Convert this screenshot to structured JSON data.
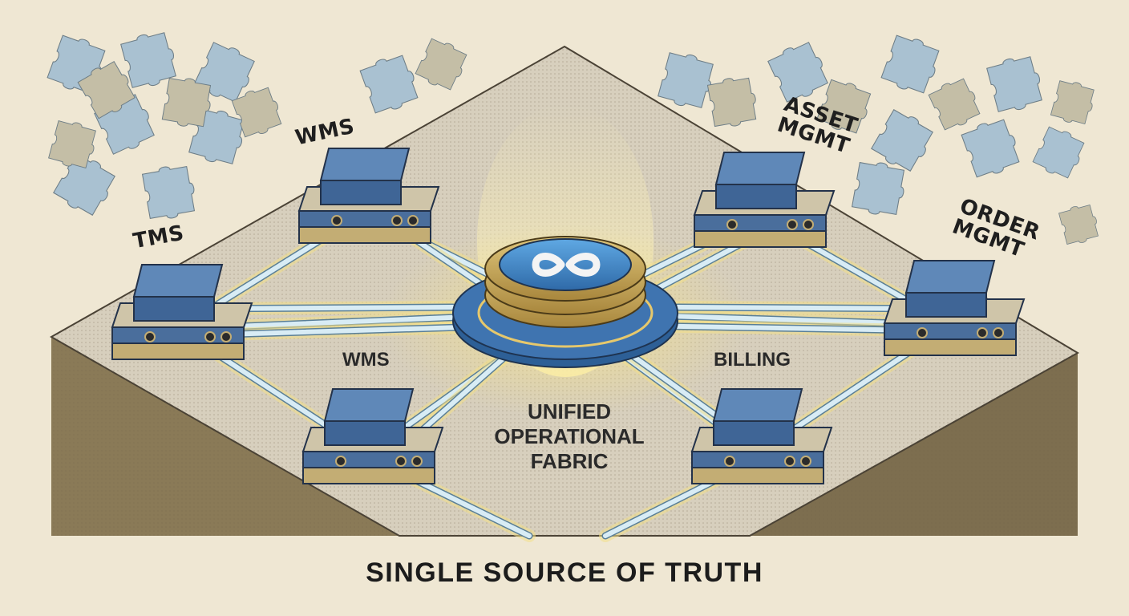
{
  "diagram": {
    "nodes": {
      "wms_top": "WMS",
      "tms": "TMS",
      "asset_mgmt": [
        "ASSET",
        "MGMT"
      ],
      "order_mgmt": [
        "ORDER",
        "MGMT"
      ],
      "wms_bottom": "WMS",
      "billing": "BILLING"
    },
    "hub": {
      "label_lines": [
        "UNIFIED",
        "OPERATIONAL",
        "FABRIC"
      ],
      "icon": "infinity-link-icon"
    },
    "footer_title": "SINGLE SOURCE OF TRUTH",
    "background_icon": "puzzle-piece-icon"
  },
  "colors": {
    "background": "#efe7d3",
    "platform_top": "#d7cfbd",
    "platform_side": "#8a7a57",
    "module_blue": "#4f7aa8",
    "module_gold": "#c7b27a",
    "puzzle_blue": "#9fb8c8",
    "puzzle_tan": "#bfb9a0",
    "connector_glow": "#f3e08a",
    "pipe": "#cfe3ee"
  }
}
